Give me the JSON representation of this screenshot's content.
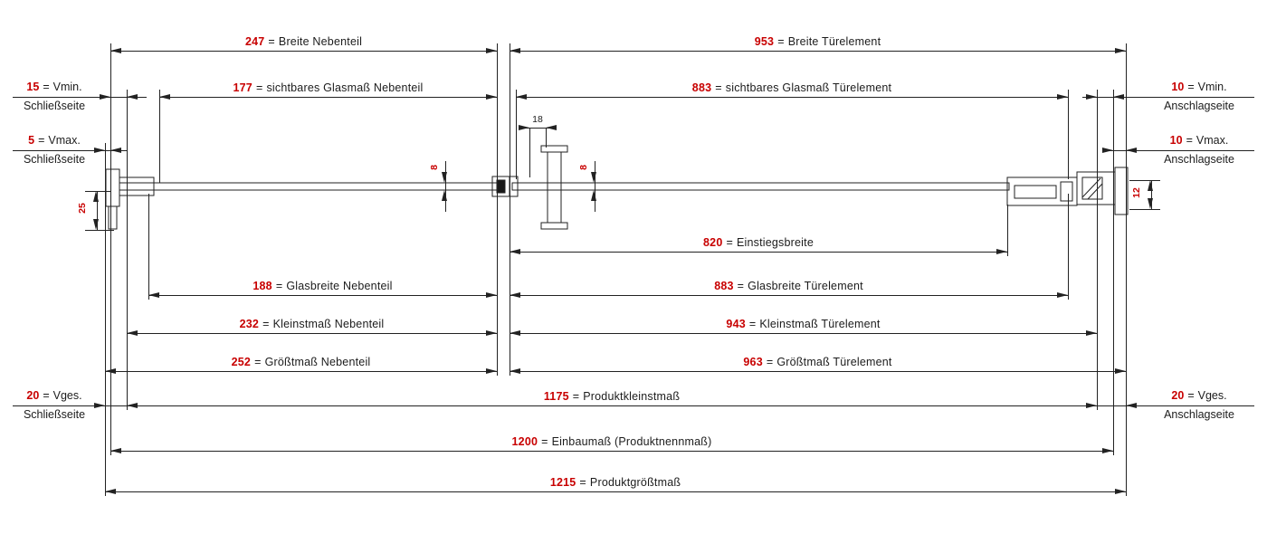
{
  "sym": {
    "eq": "="
  },
  "colors": {
    "dimension_value": "#c80000",
    "line": "#222222",
    "background": "#ffffff"
  },
  "dims": {
    "breite_nebenteil": {
      "value": "247",
      "label": "Breite Nebenteil"
    },
    "breite_tuerelement": {
      "value": "953",
      "label": "Breite Türelement"
    },
    "sichtbares_glasmass_nebenteil": {
      "value": "177",
      "label": "sichtbares Glasmaß Nebenteil"
    },
    "sichtbares_glasmass_tuerelement": {
      "value": "883",
      "label": "sichtbares Glasmaß Türelement"
    },
    "einstiegsbreite": {
      "value": "820",
      "label": "Einstiegsbreite"
    },
    "glasbreite_nebenteil": {
      "value": "188",
      "label": "Glasbreite Nebenteil"
    },
    "glasbreite_tuerelement": {
      "value": "883",
      "label": "Glasbreite Türelement"
    },
    "kleinstmass_nebenteil": {
      "value": "232",
      "label": "Kleinstmaß Nebenteil"
    },
    "kleinstmass_tuerelement": {
      "value": "943",
      "label": "Kleinstmaß Türelement"
    },
    "groesstmass_nebenteil": {
      "value": "252",
      "label": "Größtmaß Nebenteil"
    },
    "groesstmass_tuerelement": {
      "value": "963",
      "label": "Größtmaß Türelement"
    },
    "produktkleinstmass": {
      "value": "1175",
      "label": "Produktkleinstmaß"
    },
    "einbaumass": {
      "value": "1200",
      "label": "Einbaumaß (Produktnennmaß)"
    },
    "produktgroesstmass": {
      "value": "1215",
      "label": "Produktgrößtmaß"
    },
    "vmin_schliessseite": {
      "value": "15",
      "label": "Vmin.",
      "label2": "Schließseite"
    },
    "vmax_schliessseite": {
      "value": "5",
      "label": "Vmax.",
      "label2": "Schließseite"
    },
    "vges_schliessseite": {
      "value": "20",
      "label": "Vges.",
      "label2": "Schließseite"
    },
    "vmin_anschlagseite": {
      "value": "10",
      "label": "Vmin.",
      "label2": "Anschlagseite"
    },
    "vmax_anschlagseite": {
      "value": "10",
      "label": "Vmax.",
      "label2": "Anschlagseite"
    },
    "vges_anschlagseite": {
      "value": "20",
      "label": "Vges.",
      "label2": "Anschlagseite"
    },
    "glasstaerke_nebenteil": {
      "value": "8"
    },
    "glasstaerke_tuerelement": {
      "value": "8"
    },
    "profiltiefe_schliessseite": {
      "value": "25"
    },
    "profilmass_anschlagseite": {
      "value": "12"
    },
    "griffabstand": {
      "value": "18"
    }
  }
}
